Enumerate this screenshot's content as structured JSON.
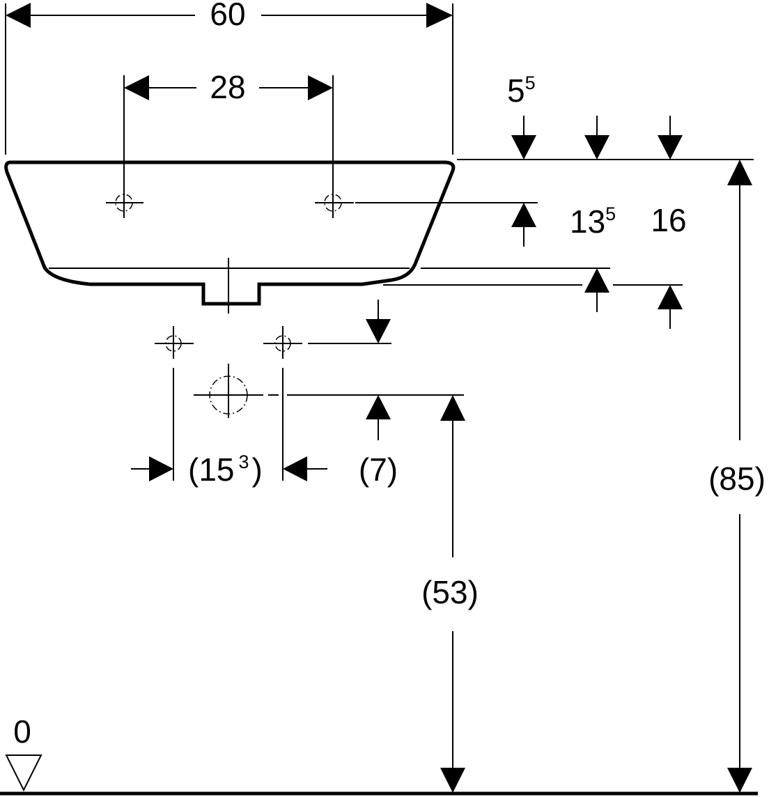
{
  "dimensions": {
    "width_total": "60",
    "tap_spacing": "28",
    "rim_thickness_base": "5",
    "rim_thickness_sup": "5",
    "tap_hole_depth_base": "13",
    "tap_hole_depth_sup": "5",
    "basin_height": "16",
    "waste_spacing_open": "(15",
    "waste_spacing_sup": "3",
    "waste_spacing_close": ")",
    "waste_offset": "(7)",
    "waste_height": "(53)",
    "rim_height": "(85)",
    "floor_level": "0"
  }
}
